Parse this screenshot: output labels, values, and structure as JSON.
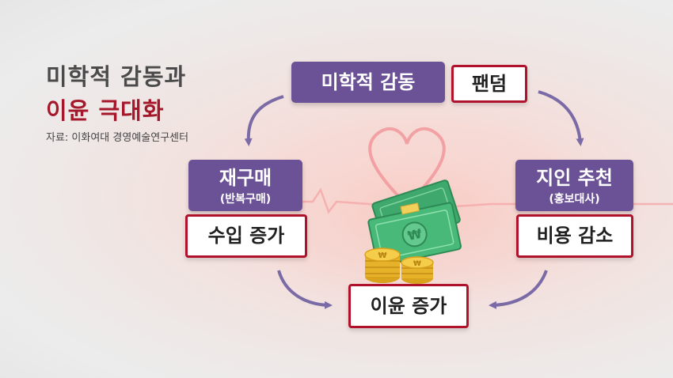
{
  "title": {
    "line1": "미학적 감동과",
    "line2": "이윤 극대화"
  },
  "source": "자료: 이화여대 경영예술연구센터",
  "nodes": {
    "aesthetic": "미학적 감동",
    "fandom": "팬덤",
    "repurchase": {
      "main": "재구매",
      "sub": "(반복구매)"
    },
    "revenue": "수입 증가",
    "referral": {
      "main": "지인 추천",
      "sub": "(홍보대사)"
    },
    "cost": "비용 감소",
    "profit": "이윤 증가"
  },
  "colors": {
    "purple": "#6b5196",
    "red": "#b0112b",
    "arrow": "#7a6aa6",
    "title_red": "#a5172a"
  },
  "illustration": {
    "heart": "heart-line-icon",
    "banknotes": "won-banknote-icon",
    "coins": "won-coin-icon"
  }
}
